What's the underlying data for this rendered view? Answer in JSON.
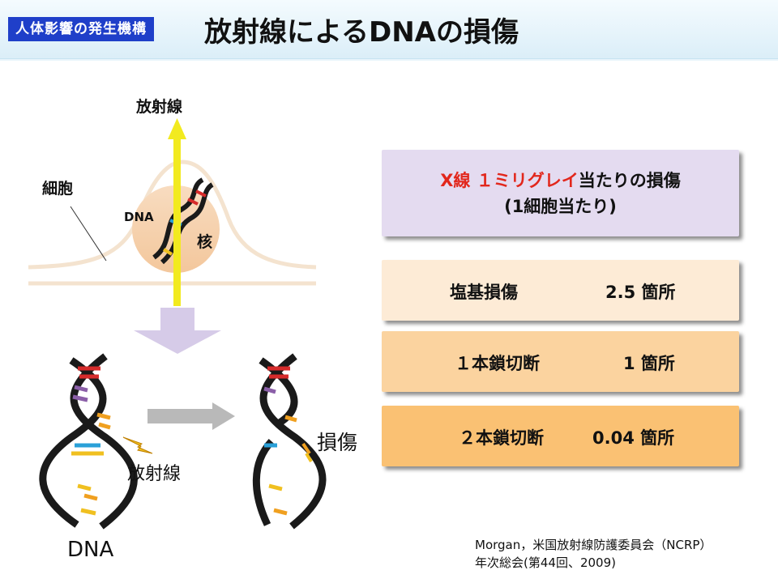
{
  "header": {
    "badge": "人体影響の発生機構",
    "title": "放射線によるDNAの損傷"
  },
  "diagram": {
    "top_radiation_label": "放射線",
    "cell_label": "細胞",
    "dna_small_label": "DNA",
    "nucleus_label": "核",
    "dna_label": "DNA",
    "radiation_label": "放射線",
    "damage_label": "損傷"
  },
  "damage_info": {
    "heading_prefix": "X線 １ミリグレイ",
    "heading_suffix": "当たりの損傷",
    "heading_line2": "(1細胞当たり)",
    "rows": [
      {
        "type": "塩基損傷",
        "count": "2.5 箇所"
      },
      {
        "type": "１本鎖切断",
        "count": "1 箇所"
      },
      {
        "type": "２本鎖切断",
        "count": "0.04 箇所"
      }
    ]
  },
  "citation": {
    "line1": "Morgan，米国放射線防護委員会（NCRP）",
    "line2": "年次総会(第44回、2009)"
  },
  "colors": {
    "badge_bg": "#1f3fc9",
    "accent_red": "#e2271c",
    "arrow_yellow": "#f2ea1f",
    "row1": "#fdebd6",
    "row2": "#fbd39f",
    "row3": "#fac173"
  }
}
